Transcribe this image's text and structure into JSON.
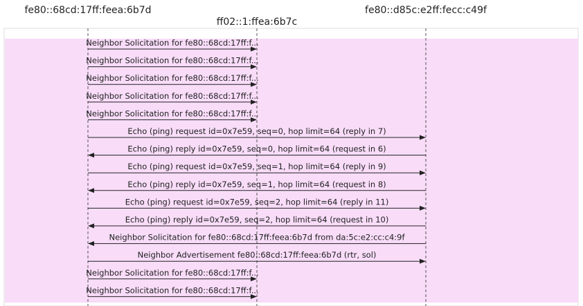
{
  "colors": {
    "background_band": "#f8dcf8",
    "frame_border": "#dddddd",
    "lifeline": "#555555",
    "arrow": "#222222",
    "text": "#222222"
  },
  "participants": [
    {
      "id": "host_a",
      "label": "fe80::68cd:17ff:feea:6b7d"
    },
    {
      "id": "multicast",
      "label": "ff02::1:ffea:6b7c"
    },
    {
      "id": "host_b",
      "label": "fe80::d85c:e2ff:fecc:c49f"
    }
  ],
  "messages": [
    {
      "from": "host_a",
      "to": "multicast",
      "label": "Neighbor Solicitation for fe80::68cd:17ff:f..."
    },
    {
      "from": "host_a",
      "to": "multicast",
      "label": "Neighbor Solicitation for fe80::68cd:17ff:f..."
    },
    {
      "from": "host_a",
      "to": "multicast",
      "label": "Neighbor Solicitation for fe80::68cd:17ff:f..."
    },
    {
      "from": "host_a",
      "to": "multicast",
      "label": "Neighbor Solicitation for fe80::68cd:17ff:f..."
    },
    {
      "from": "host_a",
      "to": "multicast",
      "label": "Neighbor Solicitation for fe80::68cd:17ff:f..."
    },
    {
      "from": "host_a",
      "to": "host_b",
      "label": "Echo (ping) request id=0x7e59, seq=0, hop limit=64 (reply in 7)"
    },
    {
      "from": "host_b",
      "to": "host_a",
      "label": "Echo (ping) reply id=0x7e59, seq=0, hop limit=64 (request in 6)"
    },
    {
      "from": "host_a",
      "to": "host_b",
      "label": "Echo (ping) request id=0x7e59, seq=1, hop limit=64 (reply in 9)"
    },
    {
      "from": "host_b",
      "to": "host_a",
      "label": "Echo (ping) reply id=0x7e59, seq=1, hop limit=64 (request in 8)"
    },
    {
      "from": "host_a",
      "to": "host_b",
      "label": "Echo (ping) request id=0x7e59, seq=2, hop limit=64 (reply in 11)"
    },
    {
      "from": "host_b",
      "to": "host_a",
      "label": "Echo (ping) reply id=0x7e59, seq=2, hop limit=64 (request in 10)"
    },
    {
      "from": "host_b",
      "to": "host_a",
      "label": "Neighbor Solicitation for fe80::68cd:17ff:feea:6b7d from da:5c:e2:cc:c4:9f"
    },
    {
      "from": "host_a",
      "to": "host_b",
      "label": "Neighbor Advertisement fe80::68cd:17ff:feea:6b7d (rtr, sol)"
    },
    {
      "from": "host_a",
      "to": "multicast",
      "label": "Neighbor Solicitation for fe80::68cd:17ff:f..."
    },
    {
      "from": "host_a",
      "to": "multicast",
      "label": "Neighbor Solicitation for fe80::68cd:17ff:f..."
    }
  ]
}
